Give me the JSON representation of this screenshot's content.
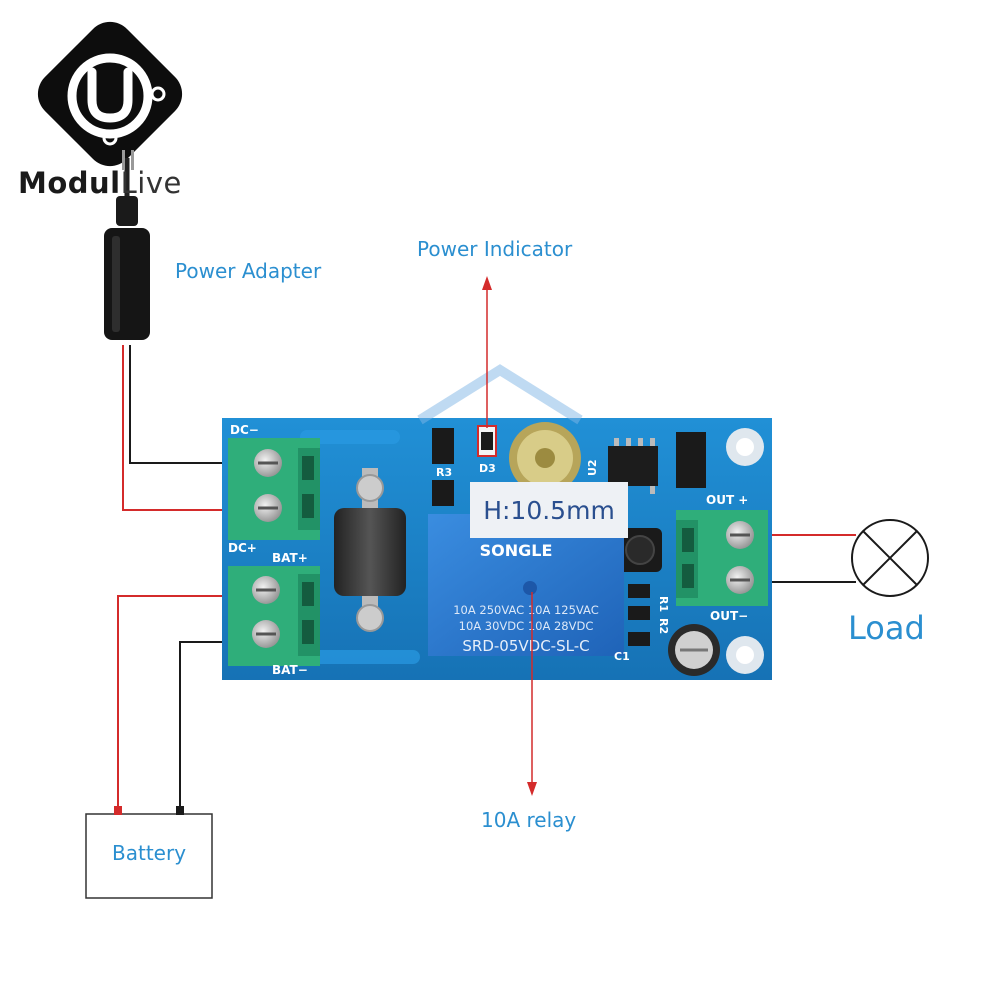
{
  "logo": {
    "text_bold": "Modul",
    "text_thin": "Live"
  },
  "labels": {
    "power_adapter": "Power Adapter",
    "power_indicator": "Power Indicator",
    "load": "Load",
    "relay": "10A relay",
    "battery": "Battery",
    "dimension": "H:10.5mm"
  },
  "board": {
    "dc_minus": "DC−",
    "dc_plus": "DC+",
    "bat_plus": "BAT+",
    "bat_minus": "BAT−",
    "out_plus": "OUT +",
    "out_minus": "OUT−",
    "r3": "R3",
    "d3": "D3",
    "u2": "U2",
    "r1": "R1",
    "r2": "R2",
    "c1": "C1"
  },
  "relay": {
    "brand": "SONGLE",
    "line1": "10A 250VAC 10A 125VAC",
    "line2": "10A  30VDC 10A 28VDC",
    "model": "SRD-05VDC-SL-C"
  },
  "colors": {
    "label_blue": "#2b8fd0",
    "board_blue": "#1a7fc4",
    "terminal_green": "#2fae7a",
    "wire_red": "#d42b2b",
    "wire_black": "#1a1a1a"
  }
}
